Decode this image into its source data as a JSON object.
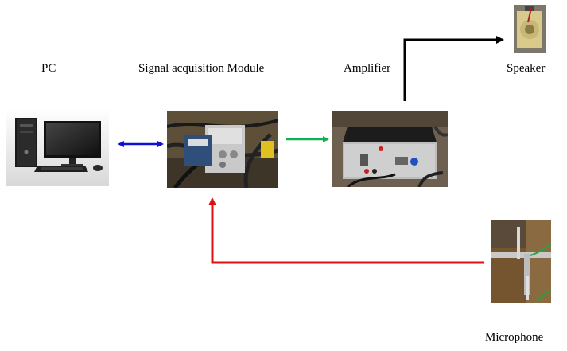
{
  "labels": {
    "pc": "PC",
    "signal_module": "Signal acquisition  Module",
    "amplifier": "Amplifier",
    "speaker": "Speaker",
    "microphone": "Microphone"
  },
  "colors": {
    "pc_link": "#1010d0",
    "module_to_amp": "#10b050",
    "amp_to_speaker": "#000000",
    "mic_to_module": "#e01010"
  }
}
